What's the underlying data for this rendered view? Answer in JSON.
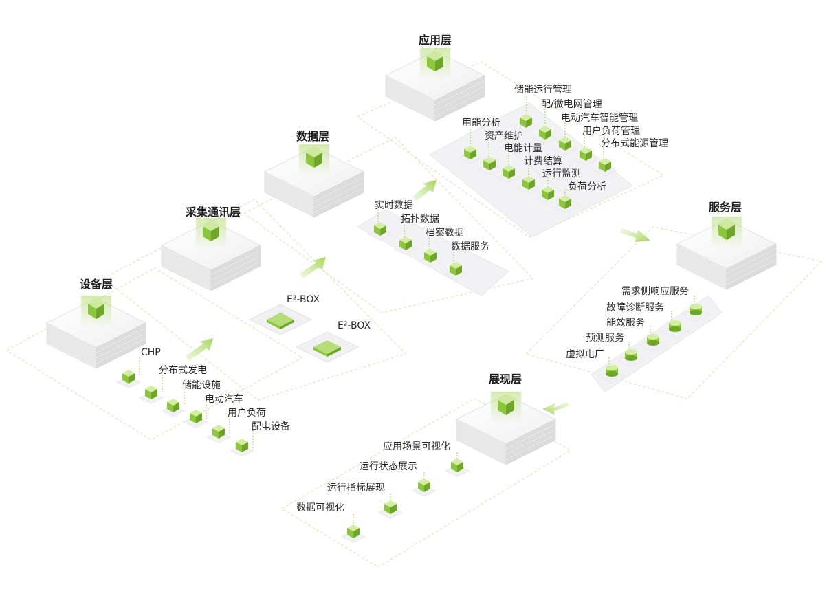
{
  "layers": {
    "device": {
      "title": "设备层",
      "items": [
        "CHP",
        "分布式发电",
        "储能设施",
        "电动汽车",
        "用户负荷",
        "配电设备"
      ]
    },
    "collect": {
      "title": "采集通讯层",
      "items": [
        "E²-BOX",
        "E²-BOX"
      ]
    },
    "data": {
      "title": "数据层",
      "items": [
        "实时数据",
        "拓扑数据",
        "档案数据",
        "数据服务"
      ]
    },
    "app": {
      "title": "应用层",
      "items": [
        "储能运行管理",
        "配/微电网管理",
        "电动汽车智能管理",
        "用户负荷管理",
        "分布式能源管理",
        "用能分析",
        "资产维护",
        "电能计量",
        "计费结算",
        "运行监测",
        "负荷分析"
      ]
    },
    "service": {
      "title": "服务层",
      "items": [
        "需求侧响应服务",
        "故障诊断服务",
        "能效服务",
        "预测服务",
        "虚拟电厂"
      ]
    },
    "display": {
      "title": "展现层",
      "items": [
        "应用场景可视化",
        "运行状态展示",
        "运行指标展现",
        "数据可视化"
      ]
    }
  },
  "colors": {
    "accent": "#8cc63f",
    "accent_light": "#c9e89a",
    "accent_dark": "#6fa52a",
    "border_dash": "#d6e7b6",
    "track": "#f1f1f3"
  }
}
